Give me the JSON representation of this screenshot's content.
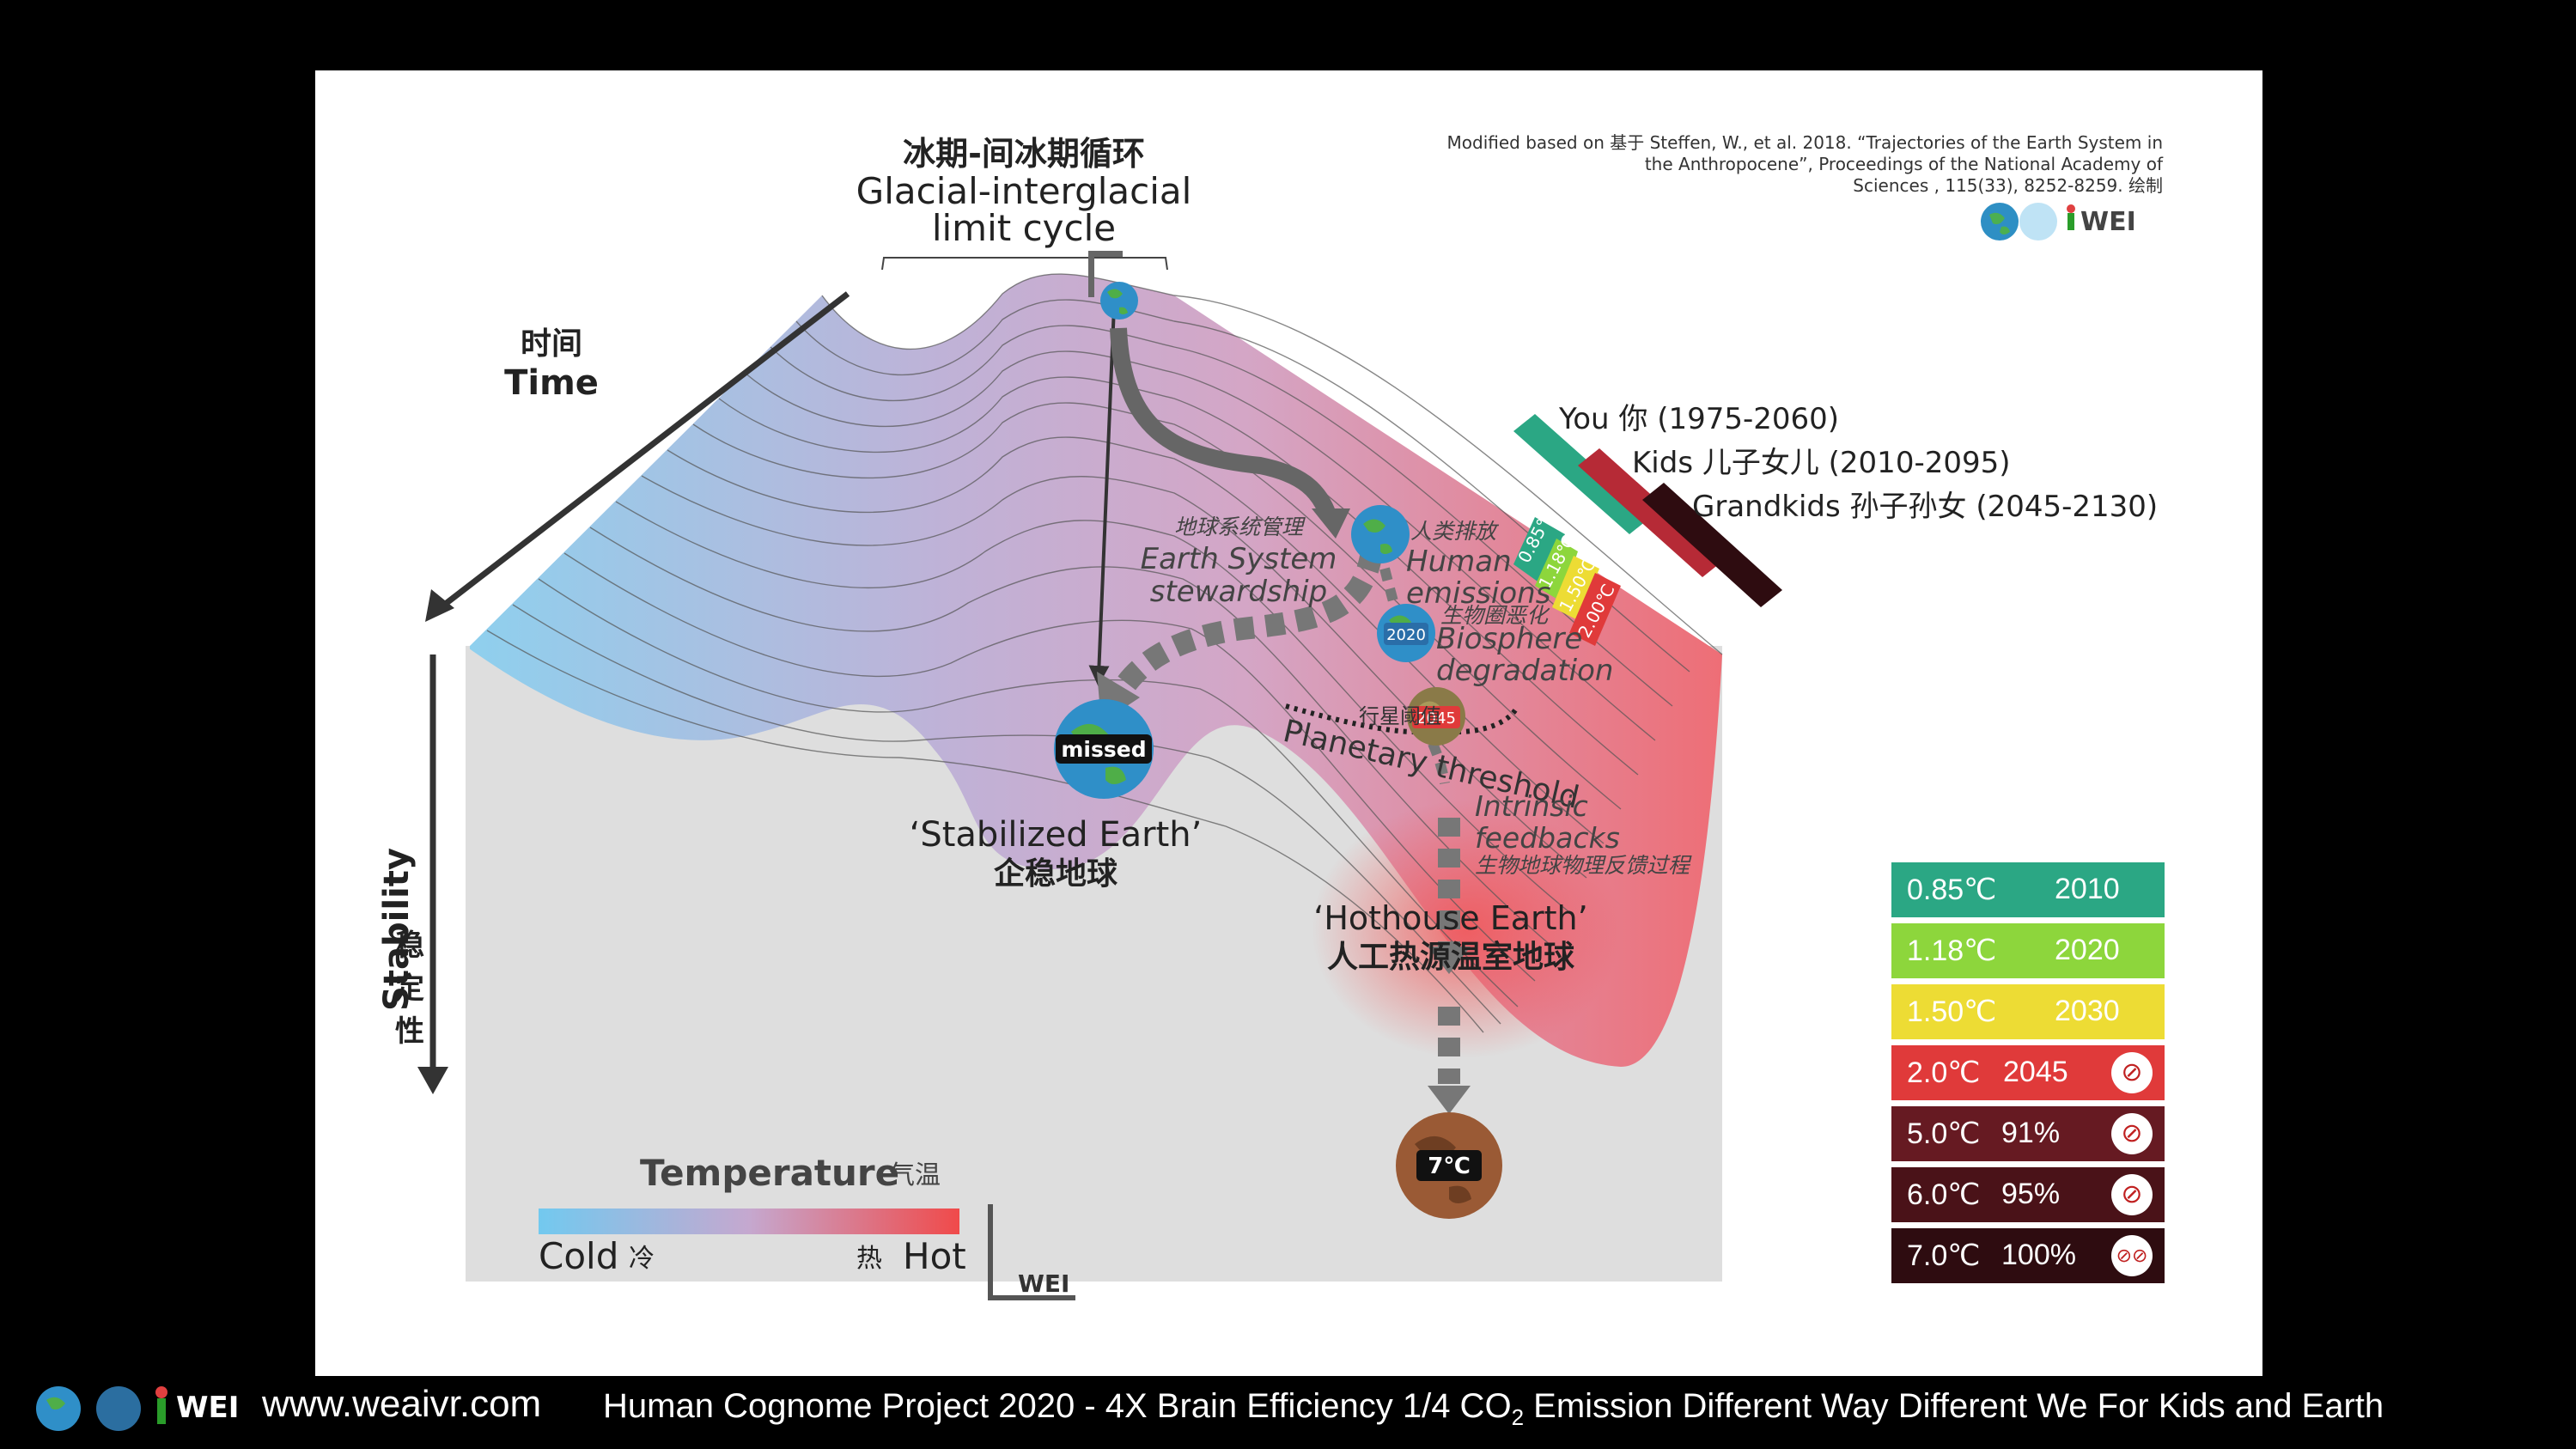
{
  "credit": {
    "line1": "Modified based on 基于 Steffen, W., et al. 2018. “Trajectories of the Earth System in",
    "line2": "the Anthropocene”, Proceedings of the National Academy of",
    "line3": "Sciences , 115(33), 8252-8259. 绘制",
    "logo_text": "WEI"
  },
  "cycle": {
    "zh": "冰期-间冰期循环",
    "en1": "Glacial-interglacial",
    "en2": "limit cycle"
  },
  "axes": {
    "time_zh": "时间",
    "time_en": "Time",
    "stability_en": "Stability",
    "stability_zh": "稳定性"
  },
  "generations": {
    "you": "You 你 (1975-2060)",
    "kids": "Kids 儿子女儿 (2010-2095)",
    "grandkids": "Grandkids 孙子孙女 (2045-2130)",
    "stripe_labels": [
      "0.85℃",
      "1.18℃",
      "1.50℃",
      "2.00℃"
    ]
  },
  "pathways": {
    "stewardship_zh": "地球系统管理",
    "stewardship_en1": "Earth System",
    "stewardship_en2": "stewardship",
    "human_zh": "人类排放",
    "human_en1": "Human",
    "human_en2": "emissions",
    "biosphere_zh": "生物圈恶化",
    "biosphere_en1": "Biosphere",
    "biosphere_en2": "degradation",
    "threshold_zh": "行星阈值",
    "threshold_en": "Planetary threshold",
    "intrinsic_en1": "Intrinsic",
    "intrinsic_en2": "feedbacks",
    "intrinsic_zh": "生物地球物理反馈过程"
  },
  "markers": {
    "year_2020": "2020",
    "year_2045": "2045",
    "missed": "missed",
    "seven": "7℃"
  },
  "states": {
    "stabilized_en": "‘Stabilized Earth’",
    "stabilized_zh": "企稳地球",
    "hothouse_en": "‘Hothouse Earth’",
    "hothouse_zh": "人工热源温室地球"
  },
  "temperature_scale": {
    "title_en": "Temperature",
    "title_zh": "气温",
    "cold_en": "Cold",
    "cold_zh": "冷",
    "hot_zh": "热",
    "hot_en": "Hot",
    "cold_color": "#6ec8ee",
    "hot_color": "#ee4646",
    "logo_text": "WEI"
  },
  "legend": [
    {
      "temp": "0.85℃",
      "col2": "2010",
      "color": "#2ba784",
      "icon": ""
    },
    {
      "temp": "1.18℃",
      "col2": "2020",
      "color": "#8dd63c",
      "icon": ""
    },
    {
      "temp": "1.50℃",
      "col2": "2030",
      "color": "#eddc34",
      "icon": ""
    },
    {
      "temp": "2.0℃",
      "col2": "2045",
      "color": "#e03a3a",
      "icon": "⊘"
    },
    {
      "temp": "5.0℃",
      "col2": "91%",
      "color": "#661a22",
      "icon": "⊘"
    },
    {
      "temp": "6.0℃",
      "col2": "95%",
      "color": "#4a1218",
      "icon": "⊘"
    },
    {
      "temp": "7.0℃",
      "col2": "100%",
      "color": "#2e0c10",
      "icon": "⊘⊘"
    }
  ],
  "footer": {
    "url": "www.weaivr.com",
    "text_a": "Human Cognome Project 2020 - 4X Brain Efficiency 1/4 CO",
    "text_sub": "2",
    "text_b": " Emission  Different Way Different We  For Kids and Earth",
    "logo_text": "WEI"
  }
}
